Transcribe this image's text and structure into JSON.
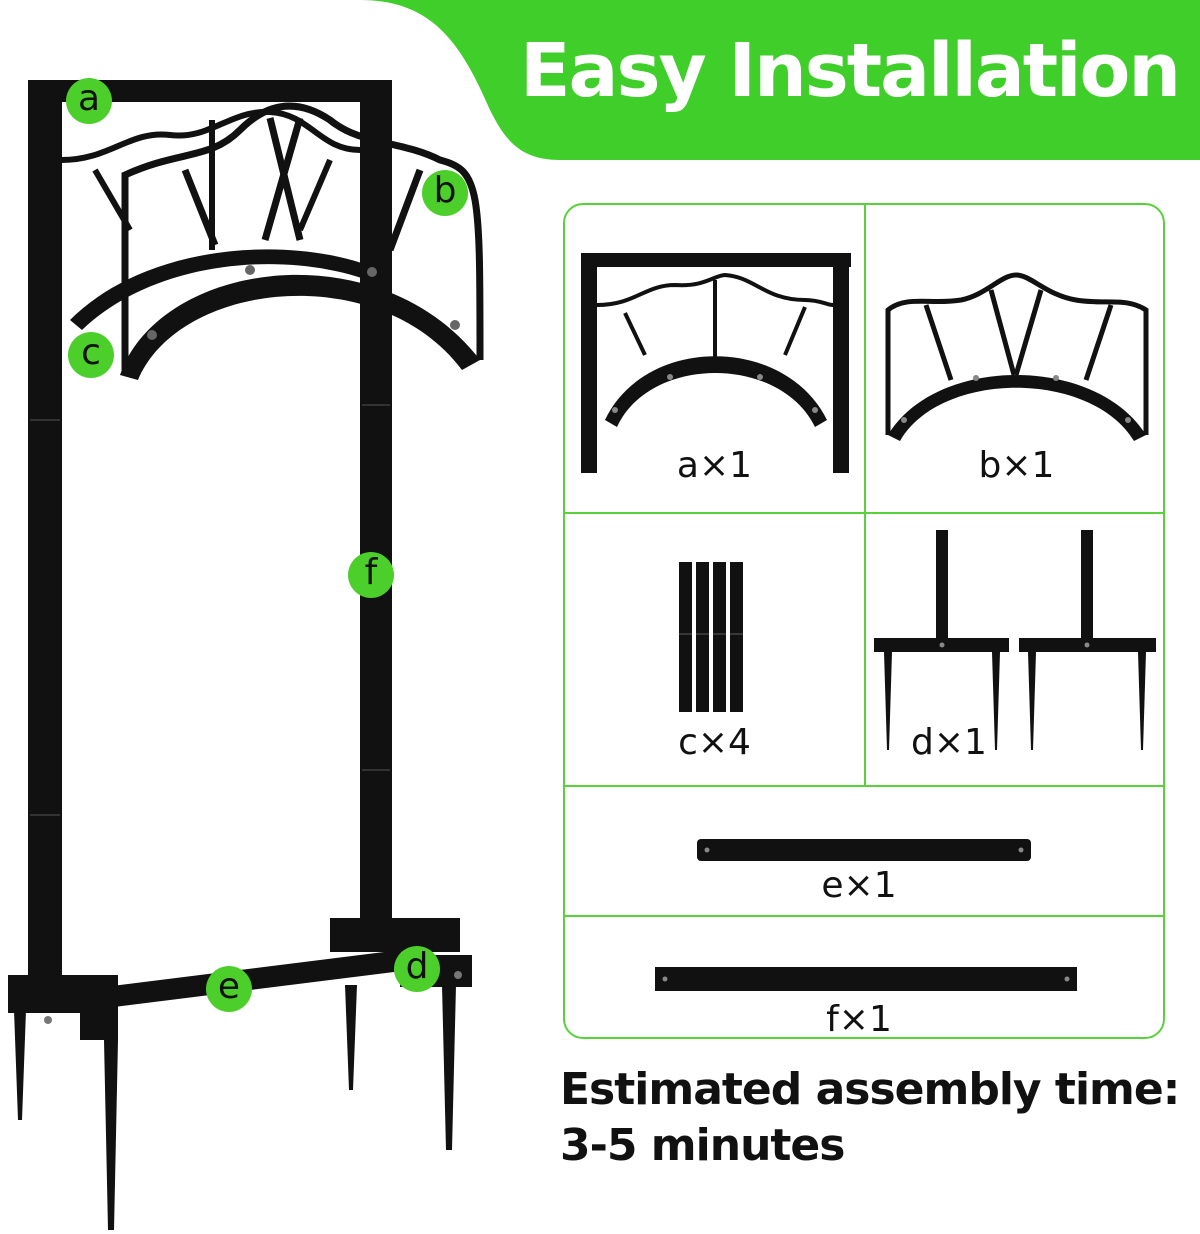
{
  "banner": {
    "title": "Easy Installation",
    "color": "#3fce2a"
  },
  "main_illustration": {
    "markers": [
      {
        "key": "a",
        "label": "a"
      },
      {
        "key": "b",
        "label": "b"
      },
      {
        "key": "c",
        "label": "c"
      },
      {
        "key": "f",
        "label": "f"
      },
      {
        "key": "e",
        "label": "e"
      },
      {
        "key": "d",
        "label": "d"
      }
    ],
    "marker_color": "#4ccf2b"
  },
  "parts": [
    {
      "key": "a",
      "label": "a×1"
    },
    {
      "key": "b",
      "label": "b×1"
    },
    {
      "key": "c",
      "label": "c×4"
    },
    {
      "key": "d",
      "label": "d×1"
    },
    {
      "key": "e",
      "label": "e×1"
    },
    {
      "key": "f",
      "label": "f×1"
    }
  ],
  "assembly": {
    "line1": "Estimated assembly time:",
    "line2": "3-5 minutes"
  }
}
